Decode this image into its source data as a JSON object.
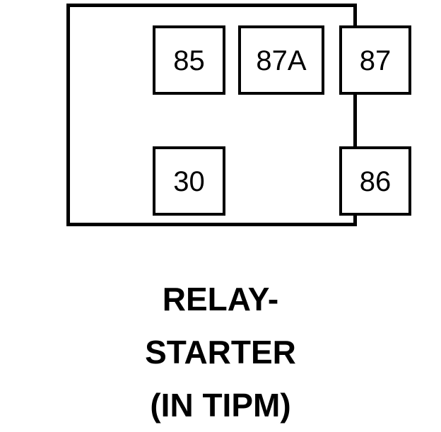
{
  "diagram": {
    "type": "relay-terminal-pinout",
    "component_name": "RELAY-STARTER",
    "location_note": "(IN TIPM)",
    "outline": {
      "label": "relay-body-outline",
      "stroke_color": "#000000",
      "fill_color": "#ffffff"
    },
    "terminals": [
      {
        "id": "85",
        "label": "85",
        "row": "top",
        "position": "left"
      },
      {
        "id": "87A",
        "label": "87A",
        "row": "top",
        "position": "center"
      },
      {
        "id": "87",
        "label": "87",
        "row": "top",
        "position": "right"
      },
      {
        "id": "30",
        "label": "30",
        "row": "bottom",
        "position": "left"
      },
      {
        "id": "86",
        "label": "86",
        "row": "bottom",
        "position": "right"
      }
    ]
  },
  "caption": {
    "lines": [
      "RELAY-",
      "STARTER",
      "(IN TIPM)"
    ]
  }
}
